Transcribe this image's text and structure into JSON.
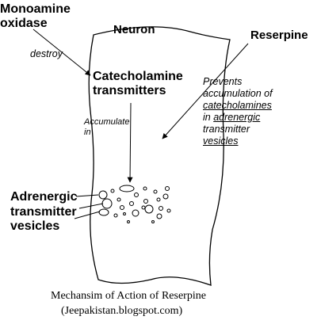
{
  "labels": {
    "monoamine_line1": "Monoamine",
    "monoamine_line2": "oxidase",
    "destroy": "destroy",
    "neuron": "Neuron",
    "reserpine": "Reserpine",
    "catecholamine_line1": "Catecholamine",
    "catecholamine_line2": "transmitters",
    "accumulate_line1": "Accumulate",
    "accumulate_line2": "in",
    "prevents_line1": "Prevents",
    "prevents_line2": "accumulation of",
    "prevents_line3": "catecholamines",
    "prevents_line4_pre": "in ",
    "prevents_line4_ul": "adrenergic",
    "prevents_line5": "transmitter",
    "prevents_line6": "vesicles",
    "adrenergic_line1": "Adrenergic",
    "adrenergic_line2": "transmitter",
    "adrenergic_line3": "vesicles"
  },
  "caption": {
    "title": "Mechansim of Action of Reserpine",
    "source": "(Jeepakistan.blogspot.com)"
  },
  "colors": {
    "ink": "#000000",
    "background": "#ffffff"
  }
}
